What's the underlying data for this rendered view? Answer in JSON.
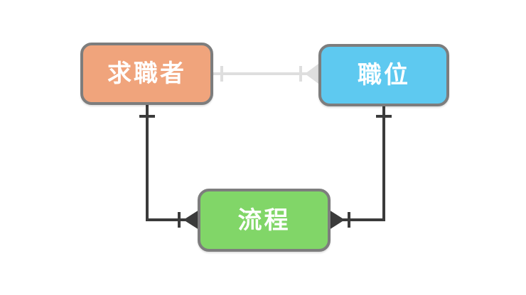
{
  "diagram": {
    "background_color": "#FFFFFF",
    "nodes": [
      {
        "id": "job-seeker",
        "label": "求職者",
        "fill": "#F0A47C",
        "border_color": "#7D7D7D",
        "text_color": "#FFFFFF"
      },
      {
        "id": "position",
        "label": "職位",
        "fill": "#5EC9F0",
        "border_color": "#7D7D7D",
        "text_color": "#FFFFFF"
      },
      {
        "id": "process",
        "label": "流程",
        "fill": "#81D668",
        "border_color": "#7D7D7D",
        "text_color": "#FFFFFF"
      }
    ],
    "connectors": [
      {
        "id": "job-seeker-to-position",
        "from": "求職者",
        "to": "職位",
        "color": "#DEDEDE",
        "arrowhead": "filled-triangle-base-at-target",
        "tick_marks": 2
      },
      {
        "id": "job-seeker-to-process",
        "from": "求職者",
        "to": "流程",
        "color": "#3B3B3B",
        "arrowhead": "filled-triangle-base-at-target",
        "tick_marks": 2
      },
      {
        "id": "position-to-process",
        "from": "職位",
        "to": "流程",
        "color": "#3B3B3B",
        "arrowhead": "filled-triangle-base-at-target",
        "tick_marks": 2
      }
    ]
  }
}
